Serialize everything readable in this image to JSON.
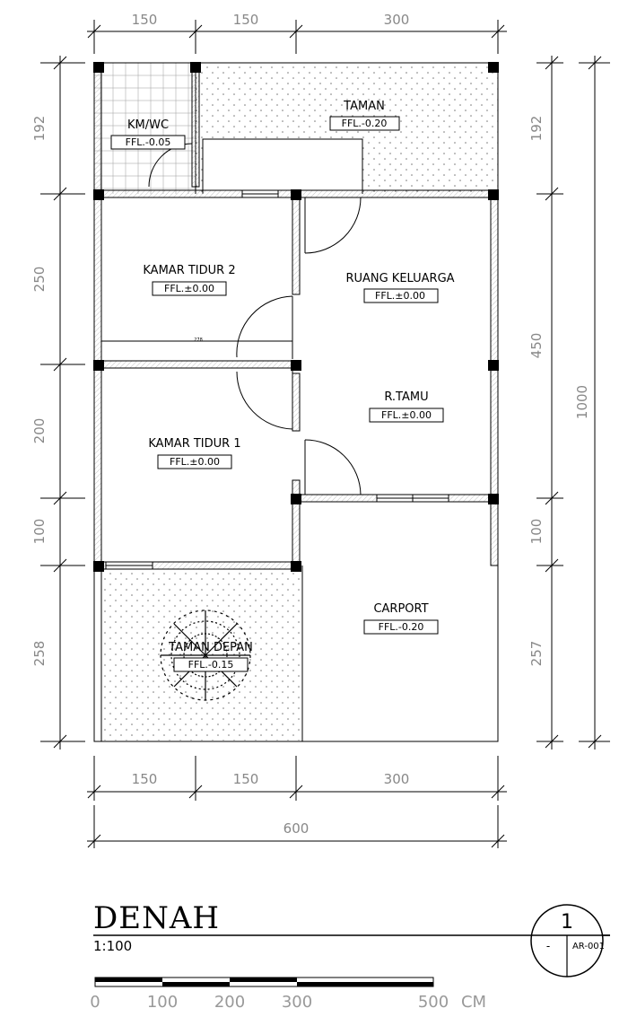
{
  "drawing": {
    "title": "DENAH",
    "scale": "1:100",
    "section_marker": {
      "number": "1",
      "dash": "-",
      "sheet": "AR-001"
    },
    "scale_bar_labels": [
      "0",
      "100",
      "200",
      "300",
      "500",
      "CM"
    ]
  },
  "dimensions": {
    "top": [
      "150",
      "150",
      "300"
    ],
    "bottom": [
      "150",
      "150",
      "300"
    ],
    "total_width": "600",
    "left": [
      "192",
      "250",
      "200",
      "100",
      "258"
    ],
    "right": [
      "192",
      "450",
      "100",
      "257"
    ],
    "total_height": "1000",
    "small_mark": "278"
  },
  "rooms": {
    "kmwc": {
      "name": "KM/WC",
      "ffl": "FFL.-0.05"
    },
    "taman": {
      "name": "TAMAN",
      "ffl": "FFL.-0.20"
    },
    "kamar2": {
      "name": "KAMAR TIDUR 2",
      "ffl": "FFL.±0.00"
    },
    "keluarga": {
      "name": "RUANG KELUARGA",
      "ffl": "FFL.±0.00"
    },
    "tamu": {
      "name": "R.TAMU",
      "ffl": "FFL.±0.00"
    },
    "kamar1": {
      "name": "KAMAR TIDUR 1",
      "ffl": "FFL.±0.00"
    },
    "carport": {
      "name": "CARPORT",
      "ffl": "FFL.-0.20"
    },
    "taman_depan": {
      "name": "TAMAN DEPAN",
      "ffl": "FFL.-0.15"
    }
  }
}
